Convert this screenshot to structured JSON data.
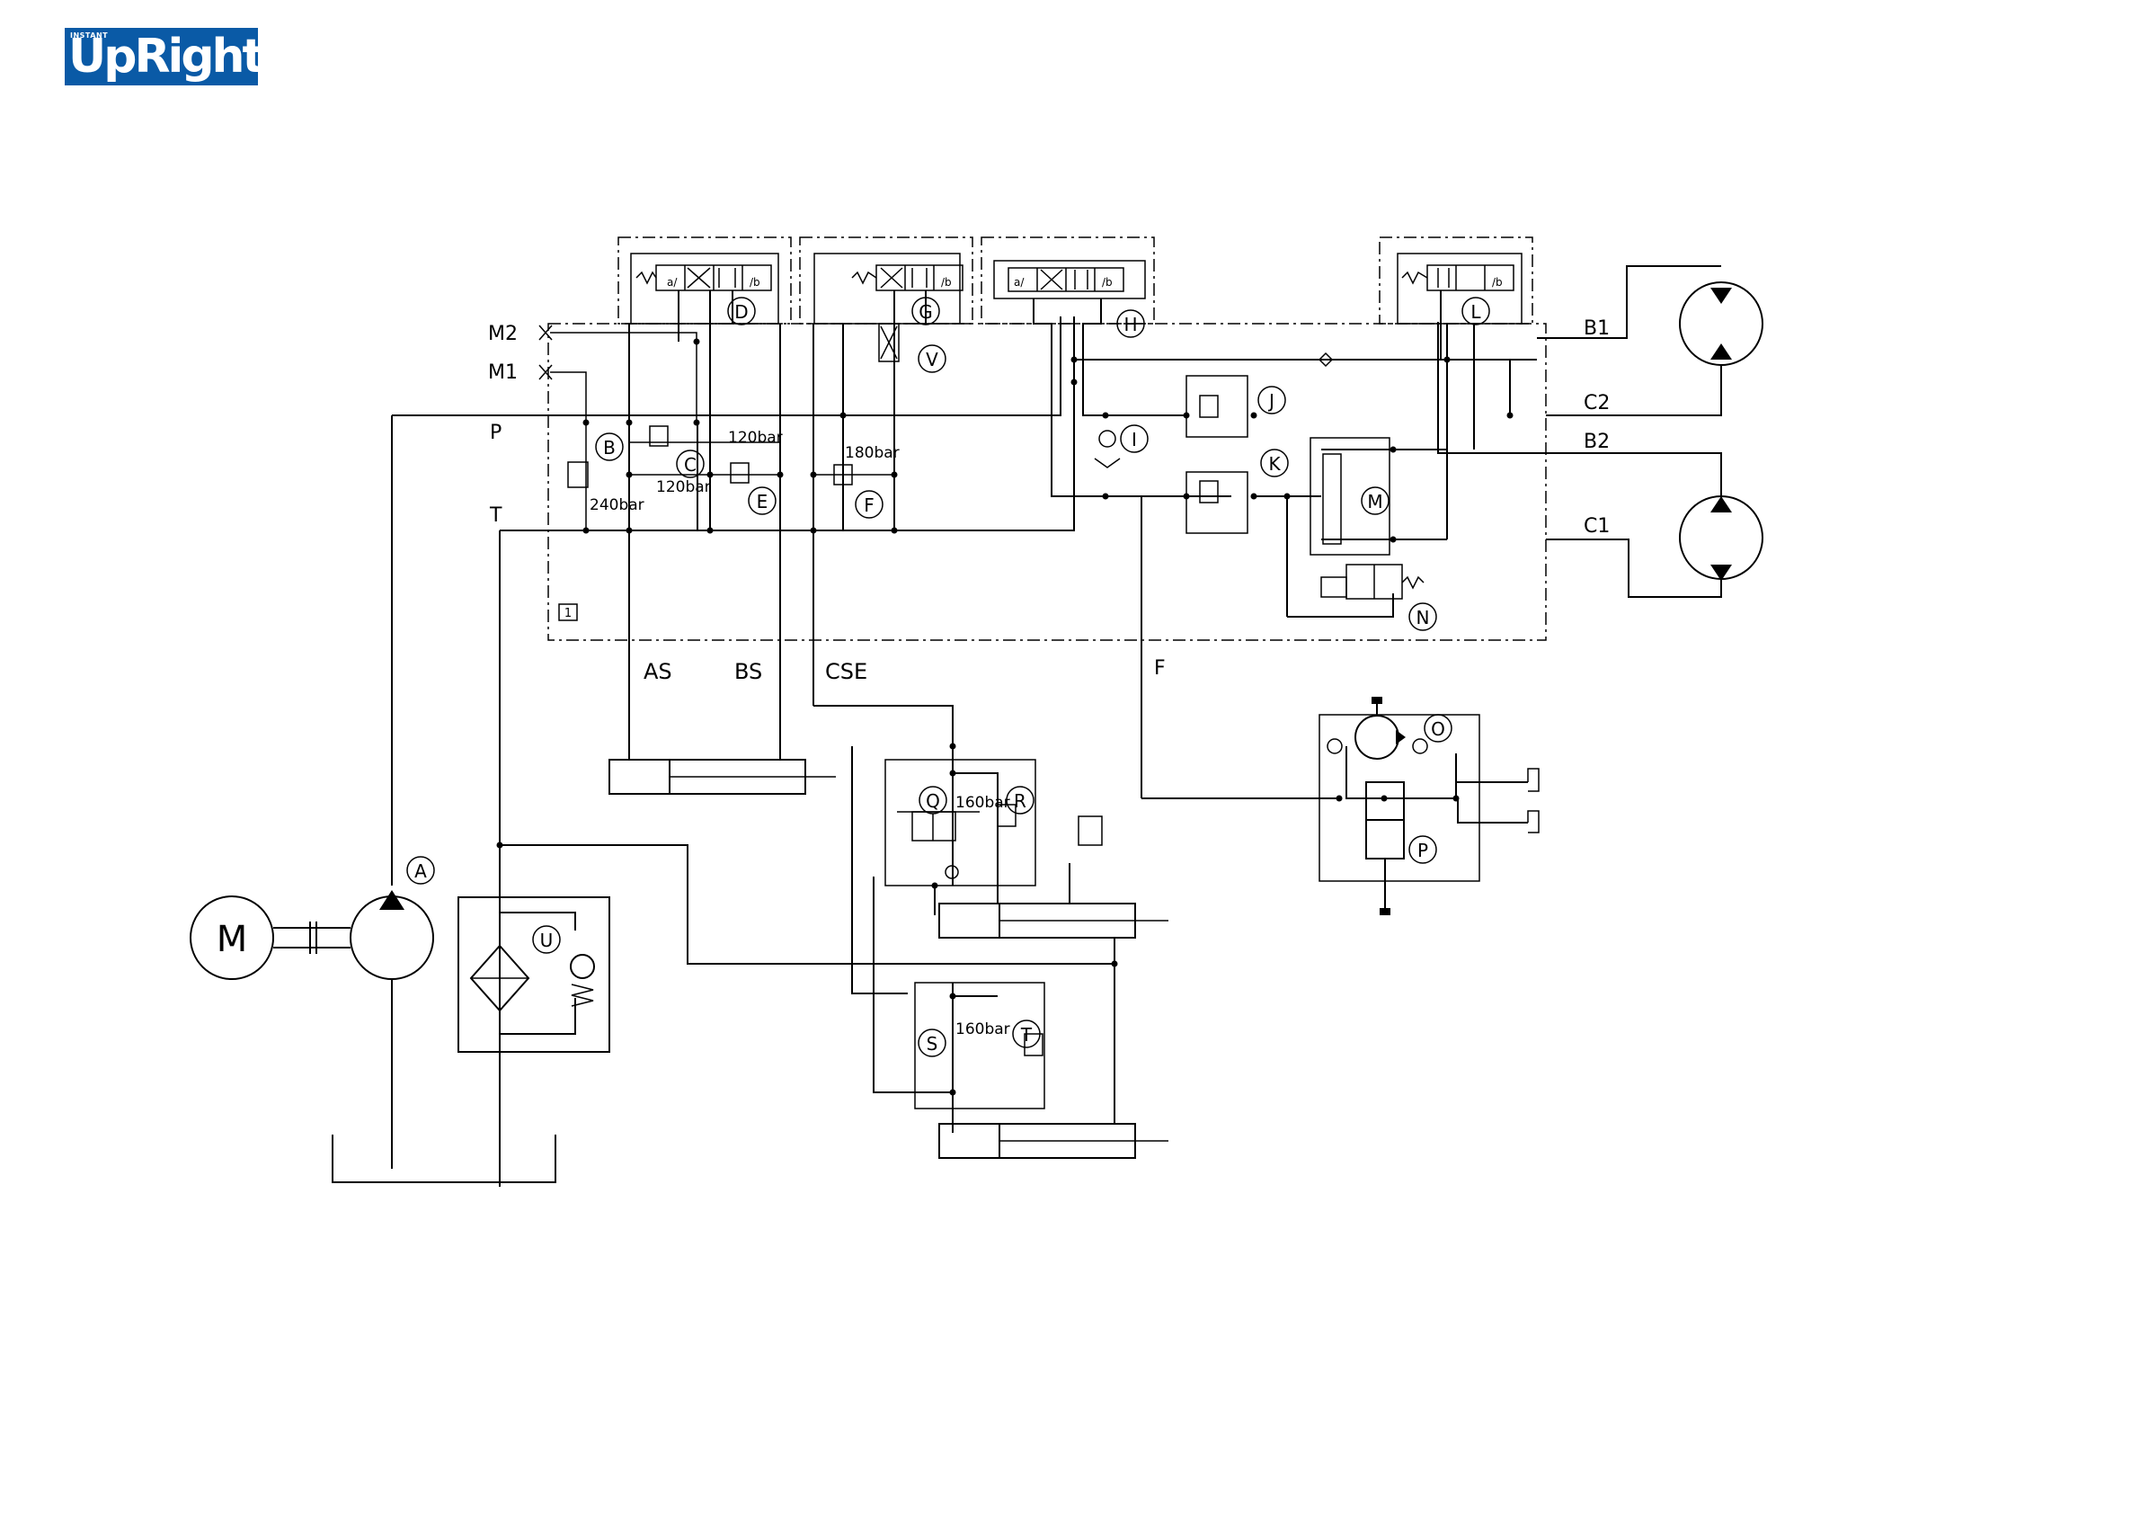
{
  "logo": {
    "small": "INSTANT",
    "brand": "UpRight"
  },
  "ports": {
    "m2": "M2",
    "m1": "M1",
    "p": "P",
    "t": "T",
    "b1": "B1",
    "c2": "C2",
    "b2": "B2",
    "c1": "C1",
    "as": "AS",
    "bs": "BS",
    "cse": "CSE",
    "f": "F"
  },
  "pressures": {
    "p240": "240bar",
    "p120a": "120bar",
    "p120b": "120bar",
    "p180": "180bar",
    "p160a": "160bar",
    "p160b": "160bar"
  },
  "components": [
    "A",
    "B",
    "C",
    "D",
    "E",
    "F",
    "G",
    "H",
    "I",
    "J",
    "K",
    "L",
    "M",
    "N",
    "O",
    "P",
    "Q",
    "R",
    "S",
    "T",
    "U",
    "V"
  ],
  "motor": "M",
  "block_number": "1"
}
